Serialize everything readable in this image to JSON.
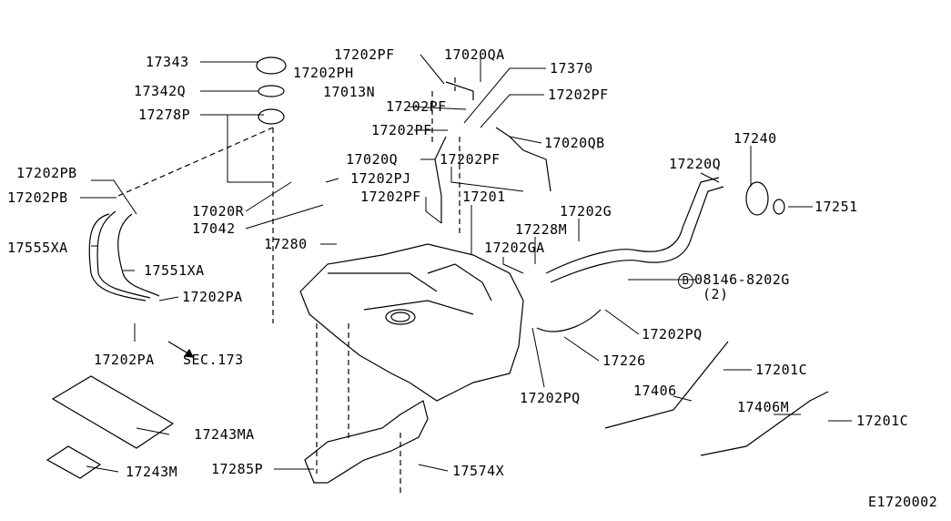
{
  "diagram_id": "E1720002",
  "part_labels": [
    "17343",
    "17342Q",
    "17278P",
    "17202PH",
    "17013N",
    "17202PF",
    "17020QA",
    "17370",
    "17202PF",
    "17202PF",
    "17202PF",
    "17020QB",
    "17020Q",
    "17202PF",
    "17202PB",
    "17202PB",
    "17202PJ",
    "17020R",
    "17202PF",
    "17201",
    "17042",
    "17280",
    "17555XA",
    "17551XA",
    "17202PA",
    "17202PA",
    "SEC.173",
    "17240",
    "17220Q",
    "17251",
    "17202G",
    "17228M",
    "17202GA",
    "08146-8202G",
    "(2)",
    "17202PQ",
    "17226",
    "17202PQ",
    "17201C",
    "17406",
    "17406M",
    "17201C",
    "17243MA",
    "17243M",
    "17285P",
    "17574X"
  ],
  "bolt_marker": "B"
}
